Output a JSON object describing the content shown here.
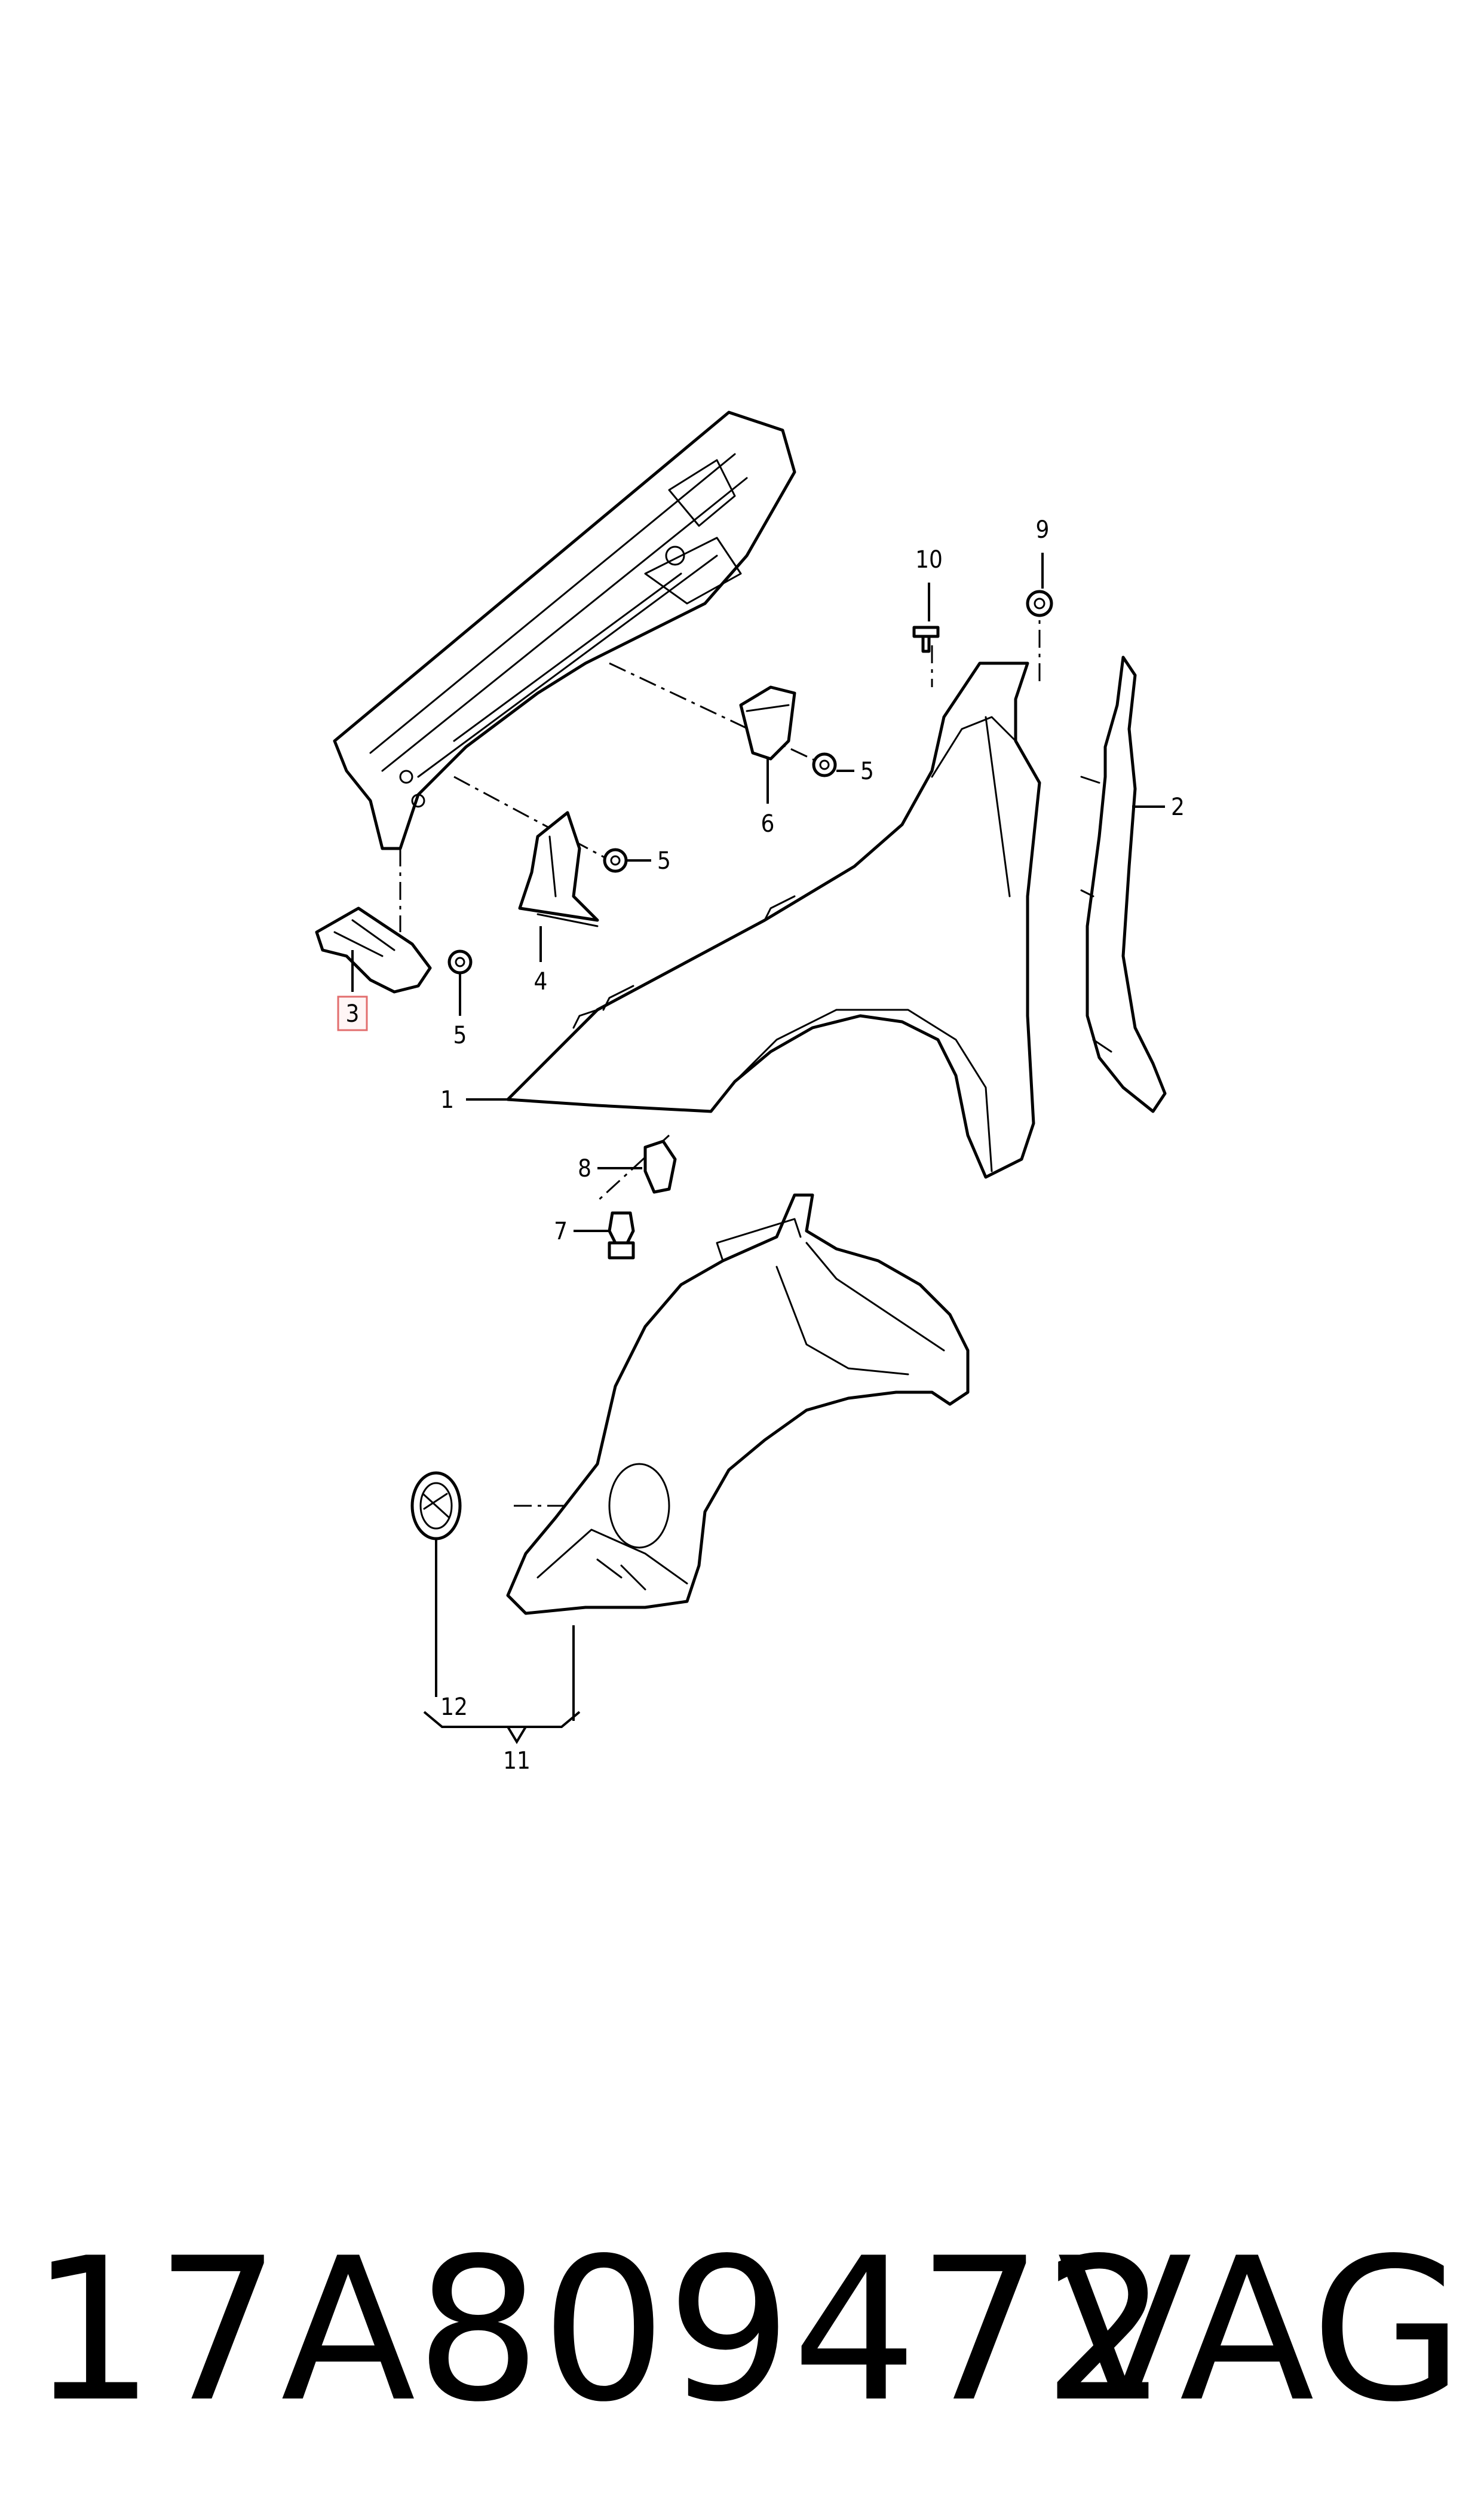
{
  "callouts": {
    "c1": "1",
    "c2": "2",
    "c3": "3",
    "c4": "4",
    "c5a": "5",
    "c5b": "5",
    "c5c": "5",
    "c6": "6",
    "c7": "7",
    "c8": "8",
    "c9": "9",
    "c10": "10",
    "c11": "11",
    "c12": "12"
  },
  "highlighted_callout": "3",
  "highlight_color": "#e26d6d",
  "caption": {
    "part_number": "17A809472",
    "brand": "VAG"
  }
}
